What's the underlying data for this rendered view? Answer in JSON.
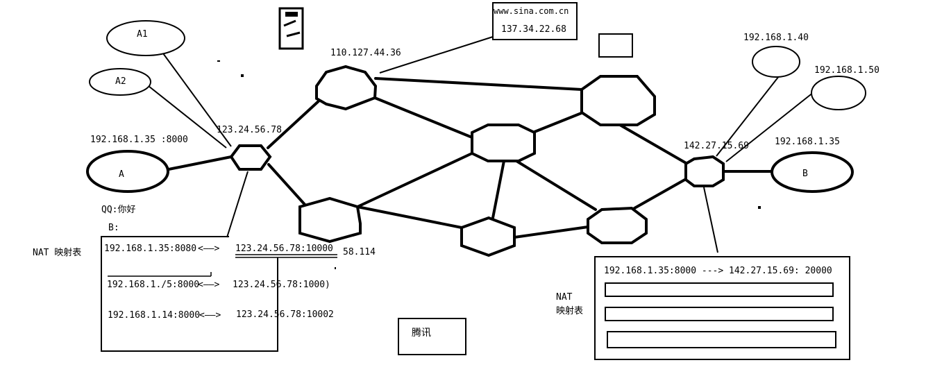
{
  "diagram": {
    "hosts": {
      "a1": "A1",
      "a2": "A2",
      "a": "A",
      "b": "B"
    },
    "ip_labels": {
      "host_a": "192.168.1.35 :8000",
      "router_a": "123.24.56.78",
      "router_top": "110.127.44.36",
      "router_b": "142.27.15.69",
      "host_b": "192.168.1.35",
      "host_b1": "192.168.1.40",
      "host_b2": "192.168.1.50",
      "partial": "58.114"
    },
    "sina_box": {
      "domain": "www.sina.com.cn",
      "ip": "137.34.22.68"
    },
    "qq_message": {
      "line1": "QQ:你好",
      "line2": "B:"
    },
    "nat_left": {
      "label": "NAT 映射表",
      "rows": [
        {
          "private": "192.168.1.35:8080",
          "arrow": "<——>",
          "public": "123.24.56.78:10000"
        },
        {
          "private": "192.168.1./5:8000",
          "arrow": "<——>",
          "public": "123.24.56.78:1000)"
        },
        {
          "private": "192.168.1.14:8000",
          "arrow": "<——>",
          "public": "123.24.56.78:10002"
        }
      ]
    },
    "nat_right": {
      "label_line1": "NAT",
      "label_line2": "映射表",
      "row1": "192.168.1.35:8000 ---> 142.27.15.69: 20000"
    },
    "tencent_box": {
      "label": "腾讯"
    }
  }
}
